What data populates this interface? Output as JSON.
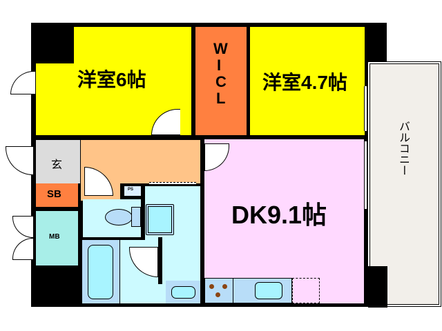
{
  "floorplan": {
    "rooms": {
      "western_room_1": {
        "label": "洋室6帖",
        "color": "#FFFF00"
      },
      "wic": {
        "label_lines": [
          "W",
          "I",
          "C",
          "L"
        ],
        "color": "#FF8040"
      },
      "western_room_2": {
        "label": "洋室4.7帖",
        "color": "#FFFF00"
      },
      "dk": {
        "label": "DK9.1帖",
        "color": "#FFD9FF"
      },
      "entrance": {
        "label": "玄",
        "color": "#DCDCDC"
      },
      "shoe_box": {
        "label": "SB",
        "color": "#FF8040"
      },
      "meter_box": {
        "label": "MB",
        "color": "#A8EEE8"
      },
      "hallway": {
        "color": "#FFC488"
      },
      "pipe_space": {
        "label": "PS",
        "color": "#DDEEFF"
      },
      "toilet": {
        "color": "#CCFAFF"
      },
      "washroom": {
        "color": "#CCFAFF"
      },
      "bathroom": {
        "color": "#B8DDF8"
      },
      "balcony": {
        "label": "バルコニー",
        "color": "#F2EFEA"
      }
    },
    "colors": {
      "wall": "#000000",
      "fixture_blue": "#B8DDF8",
      "sink_blue": "#A8F4FF",
      "stove_burner": "#8B4513"
    }
  }
}
